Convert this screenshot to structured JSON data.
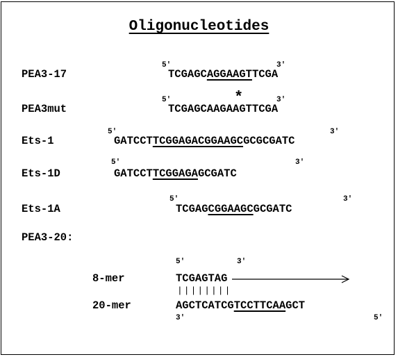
{
  "title": "Oligonucleotides",
  "rows": [
    {
      "label": "PEA3-17",
      "prime5": "5′",
      "prime3": "3′",
      "seq_a": "TCGAGC",
      "seq_u1": "AGGAAGT",
      "seq_b": "TCGA"
    },
    {
      "label": "PEA3mut",
      "prime5": "5′",
      "prime3": "3′",
      "mark": "*",
      "seq": "TCGAGCAAGAAGTTCGA"
    },
    {
      "label": "Ets-1",
      "prime5": "5′",
      "prime3": "3′",
      "seq_a": "GATCCT",
      "seq_u1": "TCGGAGA",
      "seq_u2": "CGGAAGC",
      "seq_b": "GCGCGATC"
    },
    {
      "label": "Ets-1D",
      "prime5": "5′",
      "prime3": "3′",
      "seq_a": "GATCCT",
      "seq_u1": "TCGGAGA",
      "seq_b": "GCGATC"
    },
    {
      "label": "Ets-1A",
      "prime5": "5′",
      "prime3": "3′",
      "seq_a": "TCGAG",
      "seq_u1": "CGGAAGC",
      "seq_b": "GCGATC"
    }
  ],
  "pea320": {
    "label": "PEA3-20:",
    "top_label": "8-mer",
    "top_seq": "TCGAGTAG",
    "top_prime5": "5′",
    "top_prime3": "3′",
    "pairs": "||||||||",
    "bottom_label": "20-mer",
    "bottom_seq_a": "AGCTCATCG",
    "bottom_seq_u": "TCCTTCAA",
    "bottom_seq_b": "GCT",
    "bottom_prime3": "3′",
    "bottom_prime5": "5′"
  }
}
